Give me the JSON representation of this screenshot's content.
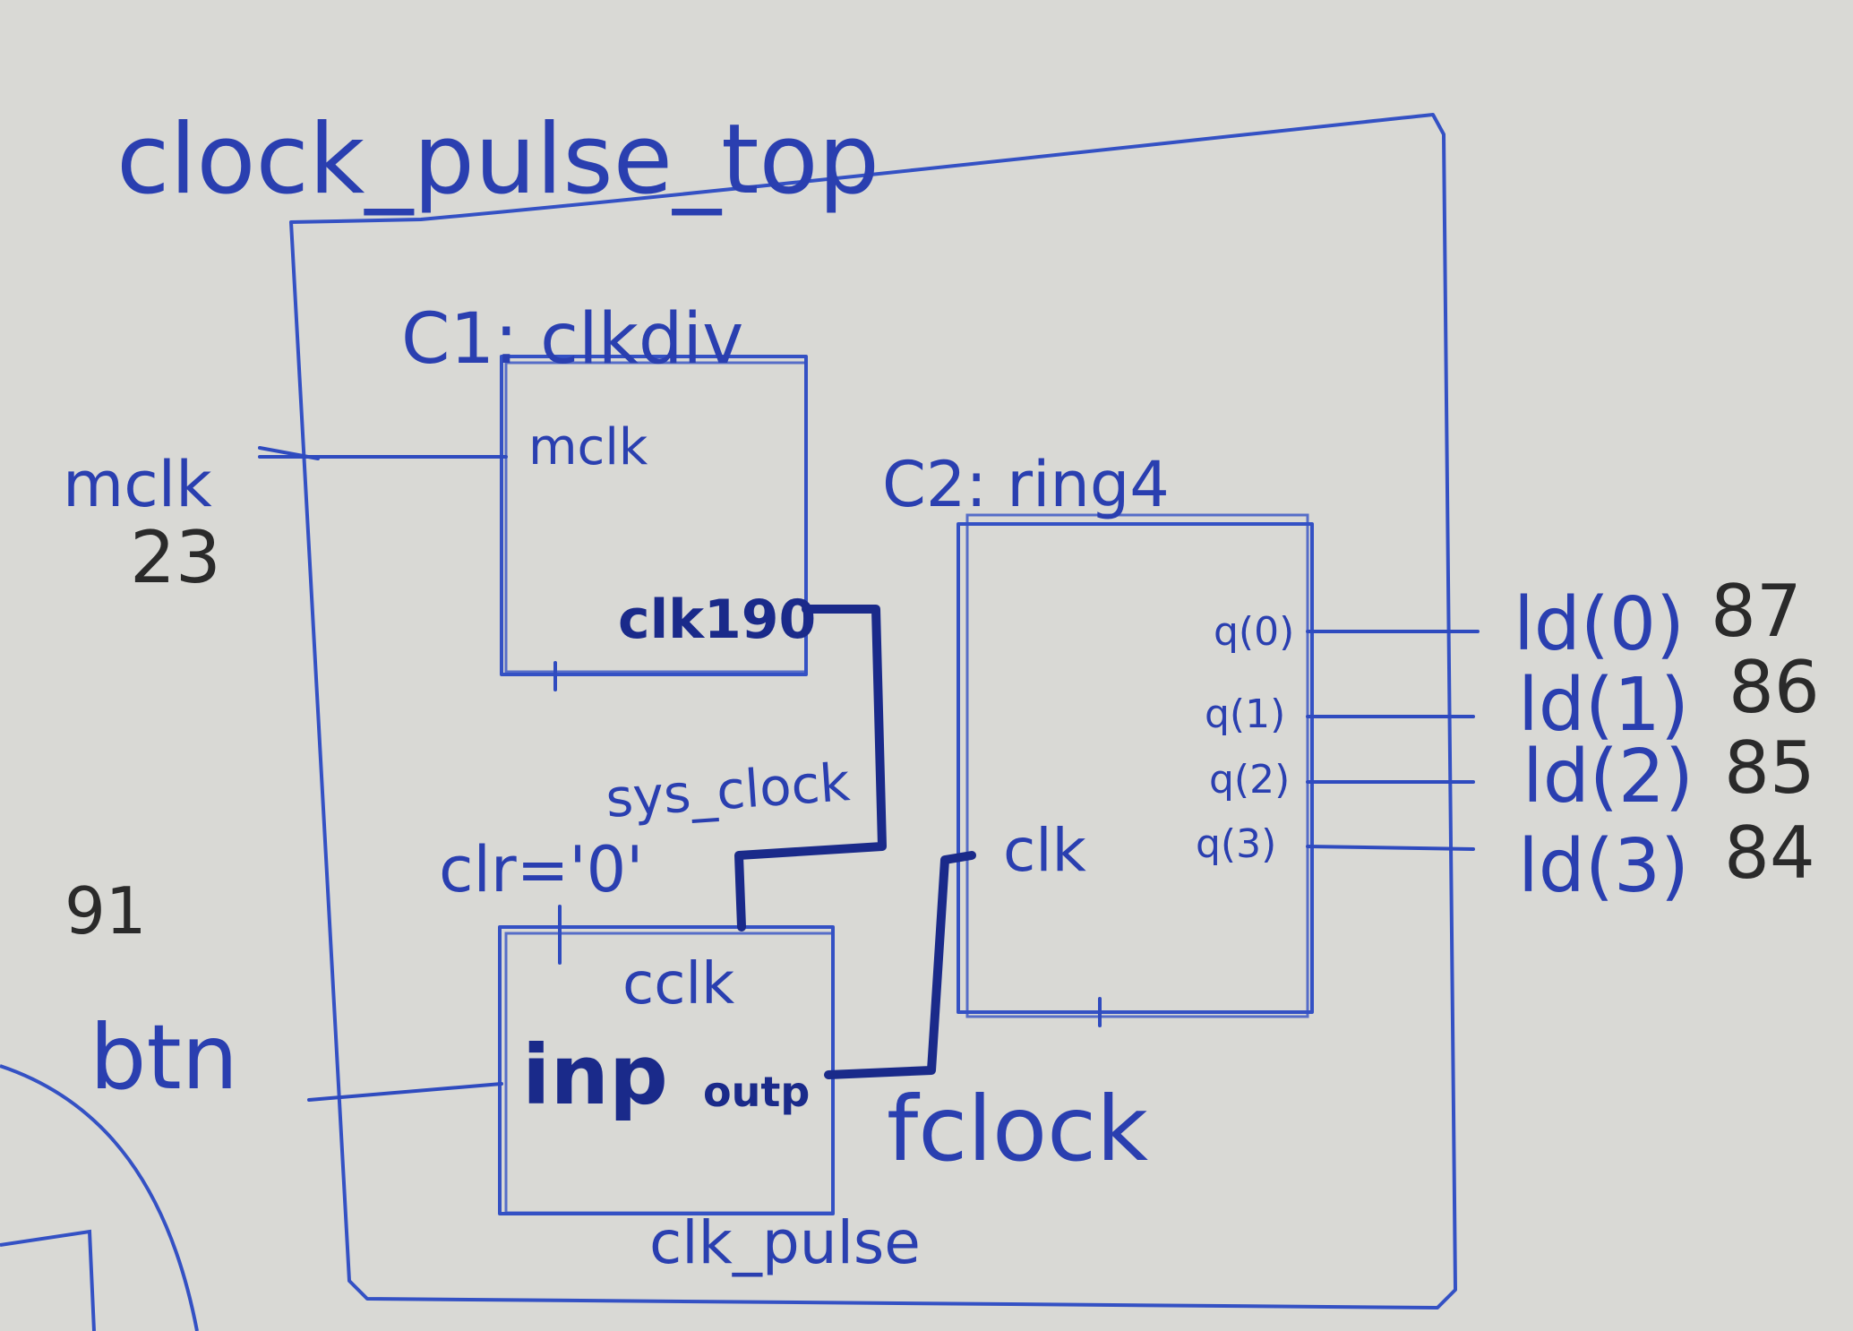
{
  "top_title": "clock_pulse_top",
  "clkdiv": {
    "instance_label": "C1: clkdiv",
    "port_in": "mclk",
    "port_out": "clk190"
  },
  "ring4": {
    "instance_label": "C2: ring4",
    "port_in": "clk",
    "outputs": [
      "q(0)",
      "q(1)",
      "q(2)",
      "q(3)"
    ]
  },
  "clk_pulse": {
    "instance_label": "clk_pulse",
    "port_clk": "cclk",
    "port_in": "inp",
    "port_out": "outp",
    "clr_label": "clr='0'"
  },
  "signals": {
    "sys_clock": "sys_clock",
    "fclock": "fclock"
  },
  "external_inputs": {
    "mclk_name": "mclk",
    "mclk_pin": "23",
    "btn_pin": "91",
    "btn_name": "btn"
  },
  "external_outputs": [
    {
      "name": "ld(0)",
      "pin": "87"
    },
    {
      "name": "ld(1)",
      "pin": "86"
    },
    {
      "name": "ld(2)",
      "pin": "85"
    },
    {
      "name": "ld(3)",
      "pin": "84"
    }
  ]
}
